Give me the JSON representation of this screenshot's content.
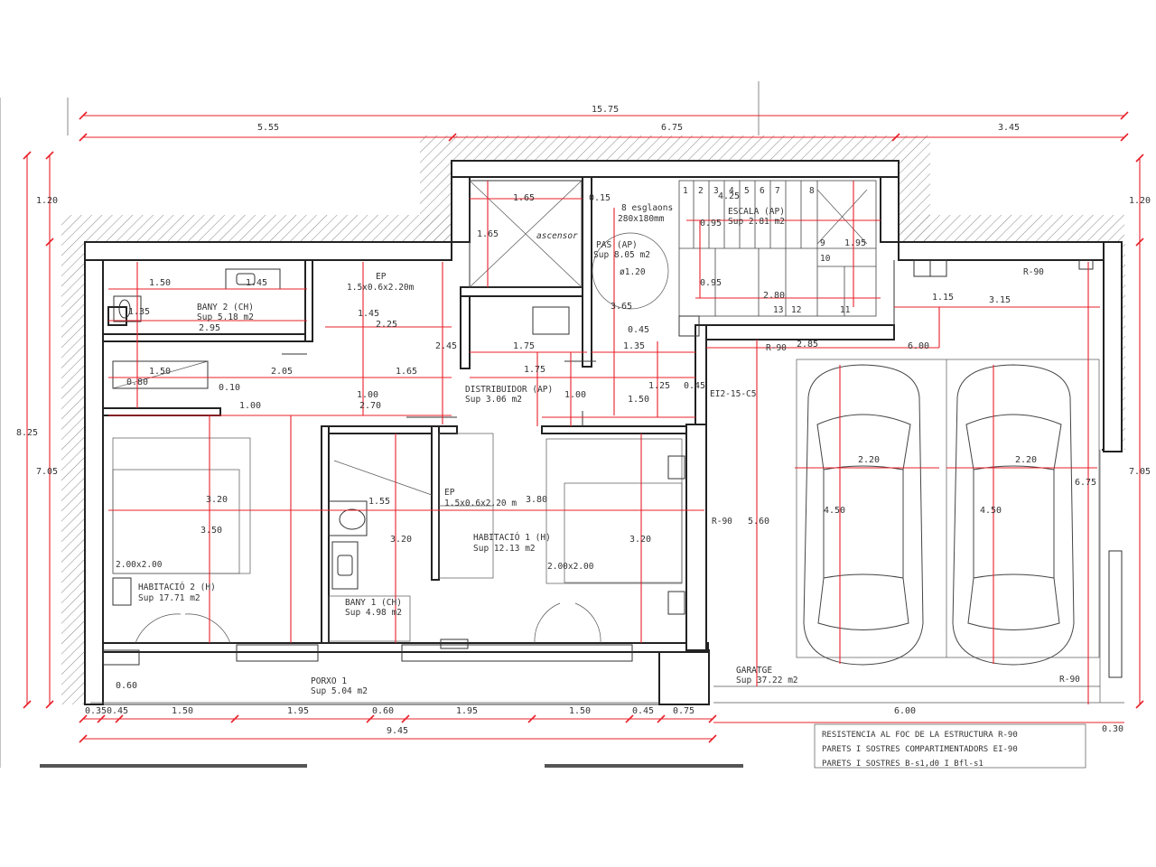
{
  "dimensions_top": {
    "total": "15.75",
    "seg_left": "5.55",
    "seg_mid": "6.75",
    "seg_right": "3.45"
  },
  "dimensions_left": {
    "top": "1.20",
    "total": "8.25",
    "lower": "7.05"
  },
  "dimensions_right": {
    "top": "1.20",
    "lower": "7.05",
    "inner": "6.75"
  },
  "dimensions_bottom": {
    "row1": [
      "0.35",
      "0.45",
      "1.50",
      "1.95",
      "0.60",
      "1.95",
      "1.50",
      "0.45",
      "0.75"
    ],
    "total_left": "9.45",
    "garage": "6.00",
    "edge": "0.30"
  },
  "rooms": {
    "bany2": {
      "name": "BANY 2 (CH)",
      "area": "Sup 5.18 m2"
    },
    "ep_top": {
      "name": "EP",
      "size": "1.5x0.6x2.20m"
    },
    "ascensor": {
      "name": "ascensor"
    },
    "pas": {
      "name": "PAS (AP)",
      "area": "Sup 8.05 m2",
      "diam": "ø1.20"
    },
    "escala": {
      "name": "ESCALA (AP)",
      "area": "Sup 2.81 m2",
      "steps": "8 esglaons",
      "size": "280x180mm"
    },
    "distribuidor": {
      "name": "DISTRIBUIDOR (AP)",
      "area": "Sup 3.06 m2"
    },
    "habitacio2": {
      "name": "HABITACIÓ 2 (H)",
      "area": "Sup 17.71 m2",
      "bed": "2.00x2.00"
    },
    "habitacio1": {
      "name": "HABITACIÓ 1 (H)",
      "area": "Sup 12.13 m2",
      "bed": "2.00x2.00"
    },
    "ep_mid": {
      "name": "EP",
      "size": "1.5x0.6x2.20 m"
    },
    "bany1": {
      "name": "BANY 1 (CH)",
      "area": "Sup 4.98 m2"
    },
    "porxo": {
      "name": "PORXO 1",
      "area": "Sup 5.04 m2"
    },
    "garatge": {
      "name": "GARATGE",
      "area": "Sup 37.22 m2"
    }
  },
  "inner_dims": {
    "d150": "1.50",
    "d145": "1.45",
    "d135": "1.35",
    "d295": "2.95",
    "d165a": "1.65",
    "d165b": "1.65",
    "d015": "0.15",
    "d425": "4.25",
    "d095a": "0.95",
    "d095b": "0.95",
    "d195": "1.95",
    "d280": "2.80",
    "d115": "1.15",
    "d315": "3.15",
    "d145b": "1.45",
    "d225": "2.25",
    "d245": "2.45",
    "d175": "1.75",
    "d135b": "1.35",
    "d045": "0.45",
    "d285": "2.85",
    "d600": "6.00",
    "d150b": "1.50",
    "d205": "2.05",
    "d165c": "1.65",
    "d175b": "1.75",
    "d080": "0.80",
    "d010": "0.10",
    "d100a": "1.00",
    "d100b": "1.00",
    "d125": "1.25",
    "d045b": "0.45",
    "d150c": "1.50",
    "d100c": "1.00",
    "d270": "2.70",
    "d320a": "3.20",
    "d320b": "3.20",
    "d320c": "3.20",
    "d350": "3.50",
    "d155": "1.55",
    "d380": "3.80",
    "d560": "5.60",
    "d220a": "2.20",
    "d220b": "2.20",
    "d450a": "4.50",
    "d450b": "4.50",
    "d060": "0.60",
    "d365": "3.65"
  },
  "labels": {
    "r90a": "R-90",
    "r90b": "R-90",
    "r90c": "R-90",
    "r90d": "R-90",
    "ei2": "EI2-15-C5",
    "steps": [
      "1",
      "2",
      "3",
      "4",
      "5",
      "6",
      "7",
      "8",
      "9",
      "10",
      "11",
      "12",
      "13"
    ]
  },
  "notes": {
    "line1": "RESISTENCIA AL FOC DE LA ESTRUCTURA R-90",
    "line2": "PARETS I SOSTRES COMPARTIMENTADORS EI-90",
    "line3": "PARETS I SOSTRES B-s1,d0 I Bfl-s1"
  },
  "colors": {
    "dimension": "#e8202a",
    "wall": "#222222",
    "text": "#333333"
  }
}
